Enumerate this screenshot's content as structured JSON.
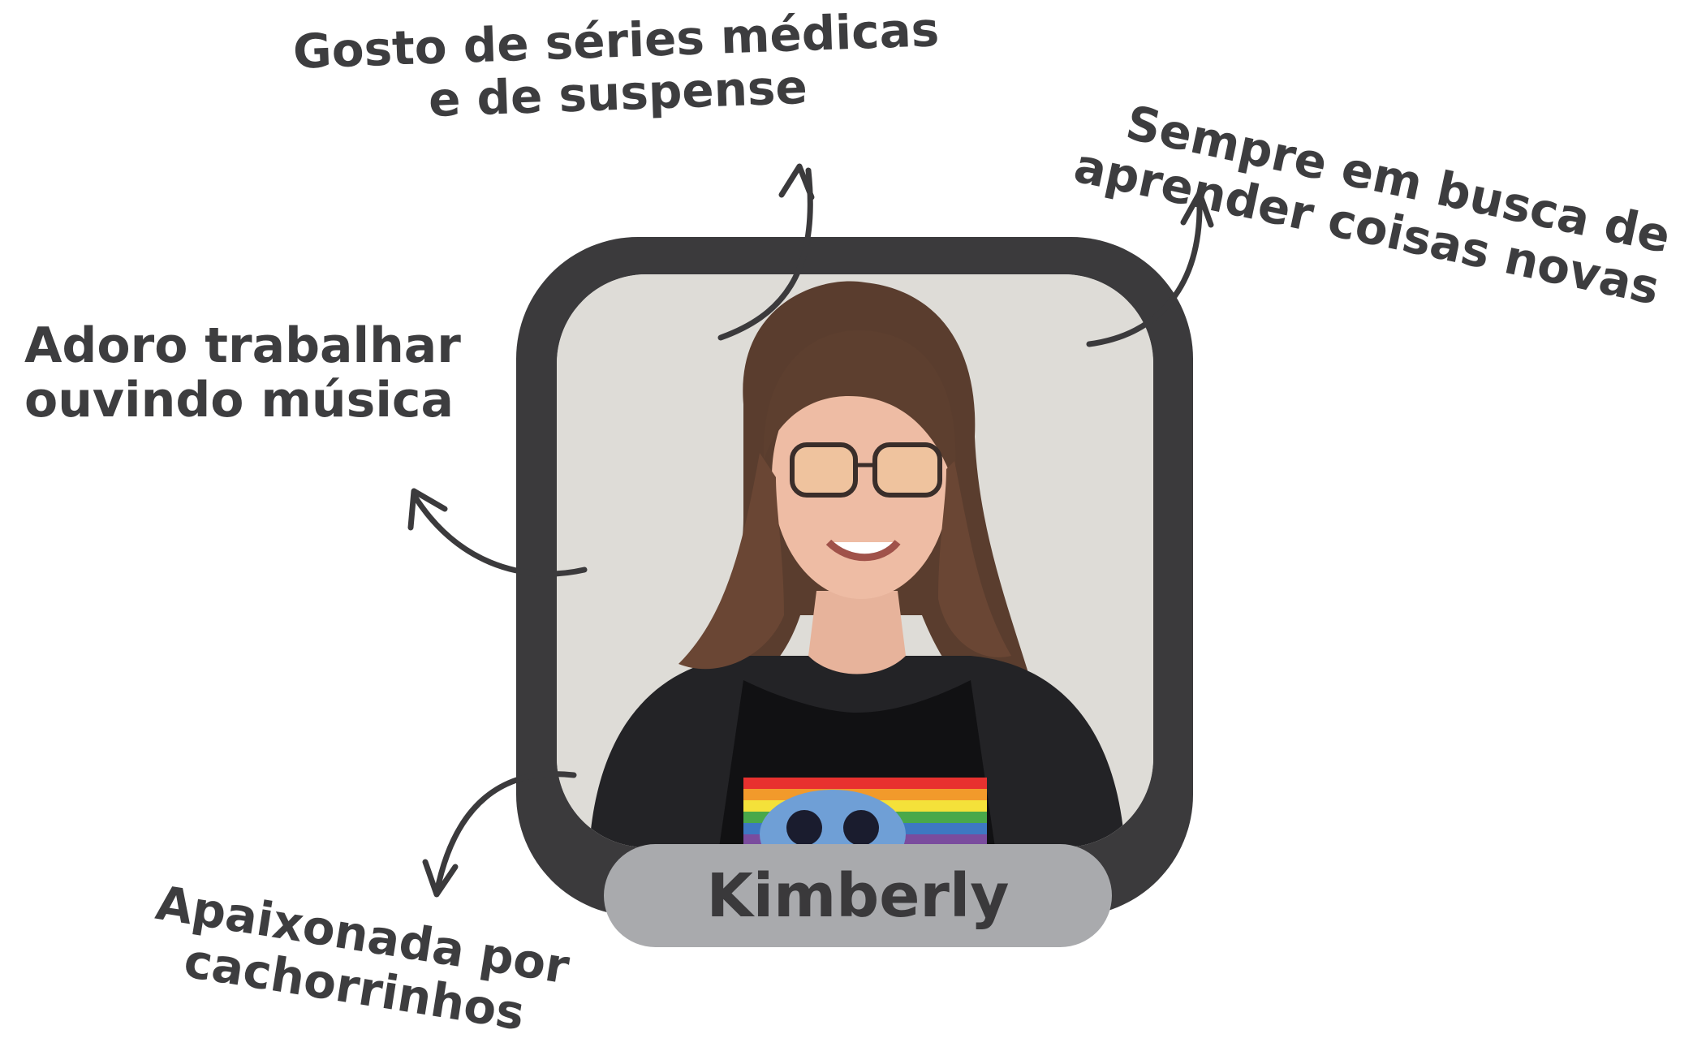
{
  "facts": {
    "top": {
      "line1": "Gosto de séries médicas",
      "line2": "e de suspense"
    },
    "right": {
      "line1": "Sempre em busca de",
      "line2": "aprender coisas novas"
    },
    "left": {
      "line1": "Adoro trabalhar",
      "line2": "ouvindo música"
    },
    "bottom": {
      "line1": "Apaixonada por",
      "line2": "cachorrinhos"
    }
  },
  "profile": {
    "name": "Kimberly"
  },
  "colors": {
    "frame": "#3b3a3c",
    "name_pill": "#a9aaad",
    "text": "#3d3d3f",
    "background": "#ffffff"
  }
}
